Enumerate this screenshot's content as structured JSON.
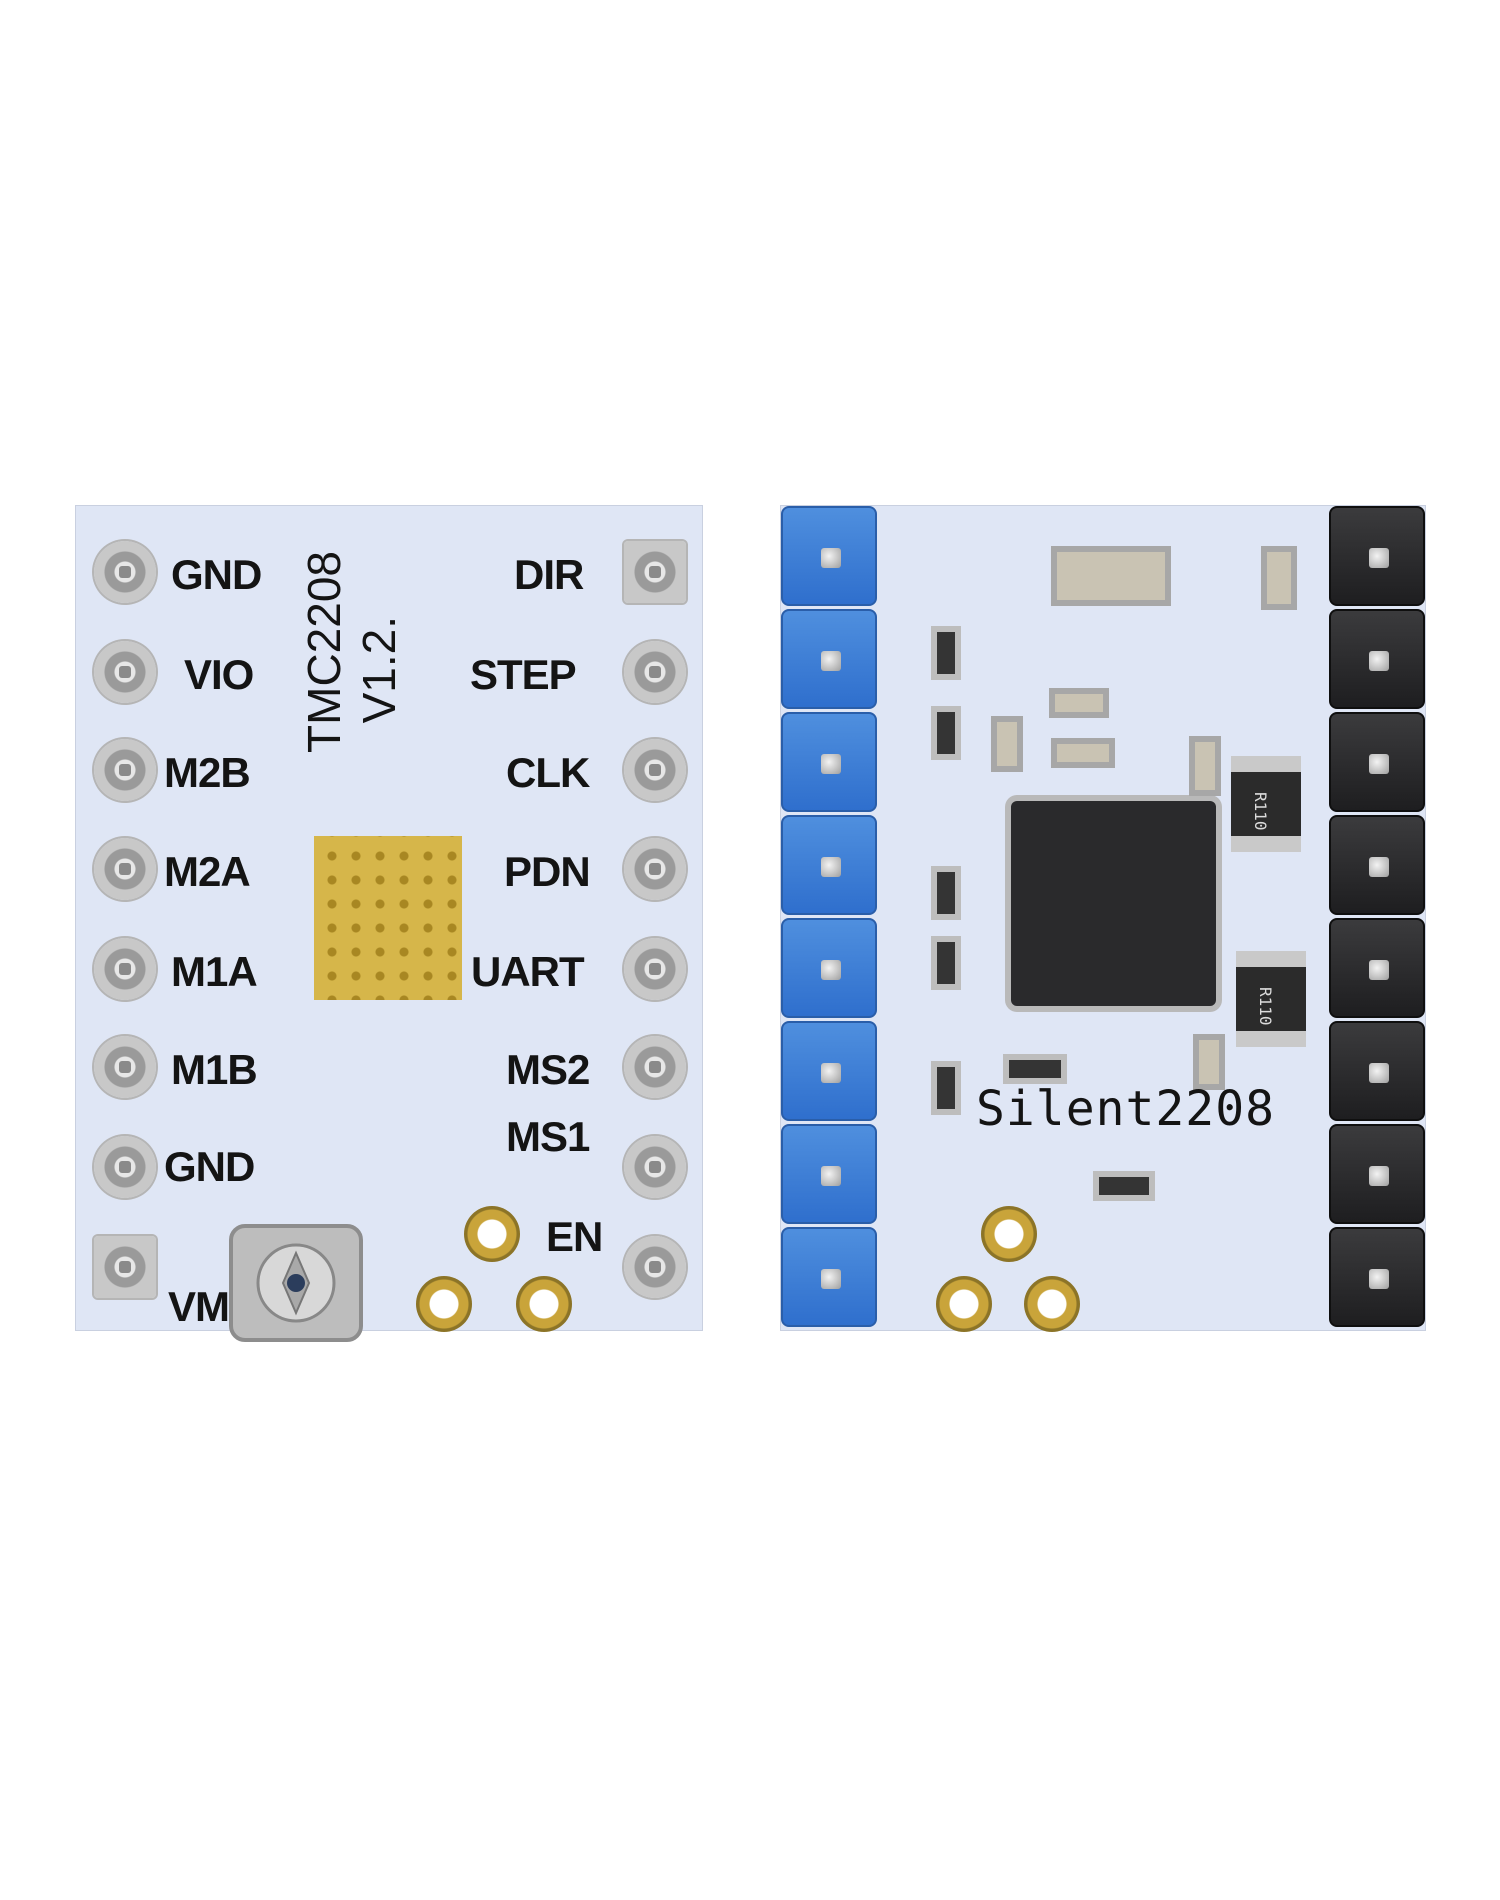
{
  "front_board": {
    "left_labels": [
      "GND",
      "VIO",
      "M2B",
      "M2A",
      "M1A",
      "M1B",
      "GND",
      "VM"
    ],
    "right_labels": [
      "DIR",
      "STEP",
      "CLK",
      "PDN",
      "UART",
      "MS2",
      "MS1",
      "EN"
    ],
    "model": "TMC2208",
    "version": "V1.2."
  },
  "back_board": {
    "label": "Silent2208",
    "resistor_1": "R110",
    "resistor_2": "R110"
  },
  "colors": {
    "board": "#dfe6f5",
    "header_blue": "#3a7ad6",
    "header_black": "#222224",
    "thermal_pad": "#d6b64a",
    "gold": "#c9a43a"
  }
}
